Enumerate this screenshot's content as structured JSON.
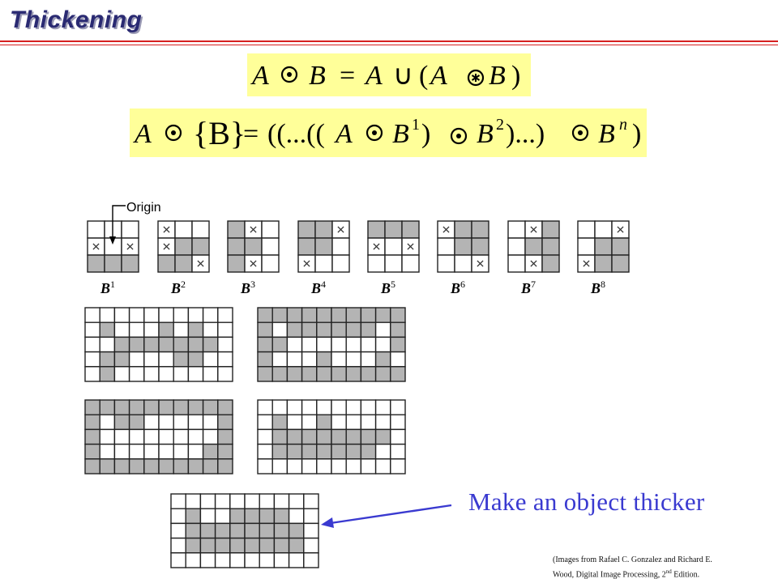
{
  "slide": {
    "title": "Thickening",
    "caption": "Make an object thicker",
    "credit": {
      "line1": "(Images from Rafael C. Gonzalez and Richard E.",
      "line2_pre": "Wood, Digital Image Processing, 2",
      "line2_sup": "nd",
      "line2_post": " Edition."
    }
  },
  "equations": {
    "eq1": {
      "lhs": "A",
      "rhs_operand": "B",
      "equals": "=",
      "union_lhs": "A",
      "union": "∪",
      "open_paren": "(",
      "inner_lhs": "A",
      "inner_rhs": "B",
      "close_paren": ")"
    },
    "eq2": {
      "lhs": "A",
      "set": "{B}",
      "equals": "=",
      "nest_open": "((...((",
      "operand": "A",
      "b1": "B",
      "sup1": "1",
      "close1": ")",
      "b2": "B",
      "sup2": "2",
      "close2": ")...)",
      "bn": "B",
      "supn": "n",
      "close_n": ")"
    }
  },
  "origin_label": "Origin",
  "structuring_elements": [
    {
      "label": "B",
      "sup": "1",
      "cells": [
        "00",
        "x0x",
        "111"
      ]
    },
    {
      "label": "B",
      "sup": "2",
      "cells": [
        "x00",
        "x11",
        "11x"
      ]
    },
    {
      "label": "B",
      "sup": "3",
      "cells": [
        "1x0",
        "110",
        "1x0"
      ]
    },
    {
      "label": "B",
      "sup": "4",
      "cells": [
        "11x",
        "110",
        "x00"
      ]
    },
    {
      "label": "B",
      "sup": "5",
      "cells": [
        "111",
        "x0x",
        "000"
      ]
    },
    {
      "label": "B",
      "sup": "6",
      "cells": [
        "x11",
        "011",
        "00x"
      ]
    },
    {
      "label": "B",
      "sup": "7",
      "cells": [
        "0x1",
        "011",
        "0x1"
      ]
    },
    {
      "label": "B",
      "sup": "8",
      "cells": [
        "00x",
        "011",
        "x11"
      ]
    }
  ],
  "images": [
    {
      "rows": [
        "0000000000",
        "0100010100",
        "0011111110",
        "0110001100",
        "0100000000"
      ]
    },
    {
      "rows": [
        "1111111111",
        "1011111101",
        "1100000001",
        "1000100010",
        "1111111111"
      ]
    },
    {
      "rows": [
        "1111111111",
        "1011000001",
        "1000000001",
        "1000000011",
        "1111111111"
      ]
    },
    {
      "rows": [
        "0000000000",
        "0100100000",
        "0111111110",
        "0111111100",
        "0000000000"
      ]
    },
    {
      "rows": [
        "0000000000",
        "0100111100",
        "0111111110",
        "0111111110",
        "0000000000"
      ]
    }
  ],
  "colors": {
    "title": "#2a2a72",
    "rule": "#d62020",
    "equation_bg": "#ffff99",
    "caption": "#3a3ad0",
    "arrow": "#3a3ad0",
    "cell_fill": "#b4b4b4",
    "grid_line": "#222222"
  }
}
